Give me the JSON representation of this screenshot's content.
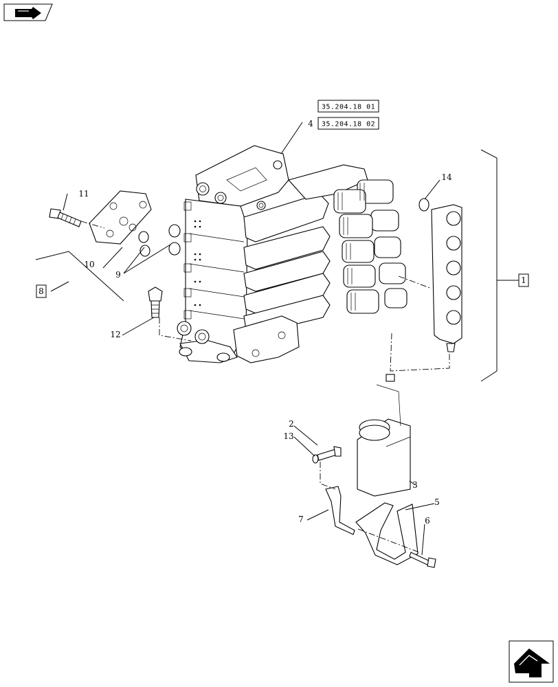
{
  "refs": {
    "ref_1": "35.204.18 01",
    "ref_2": "35.204.18 02"
  },
  "callouts": {
    "c1": "1",
    "c2": "2",
    "c3": "3",
    "c4": "4",
    "c5": "5",
    "c6": "6",
    "c7": "7",
    "c8": "8",
    "c9": "9",
    "c10": "10",
    "c11": "11",
    "c12": "12",
    "c13": "13",
    "c14": "14"
  },
  "icons": {
    "top_nav": "previous-page-arrow-icon",
    "bottom_nav": "next-page-arrow-icon"
  }
}
